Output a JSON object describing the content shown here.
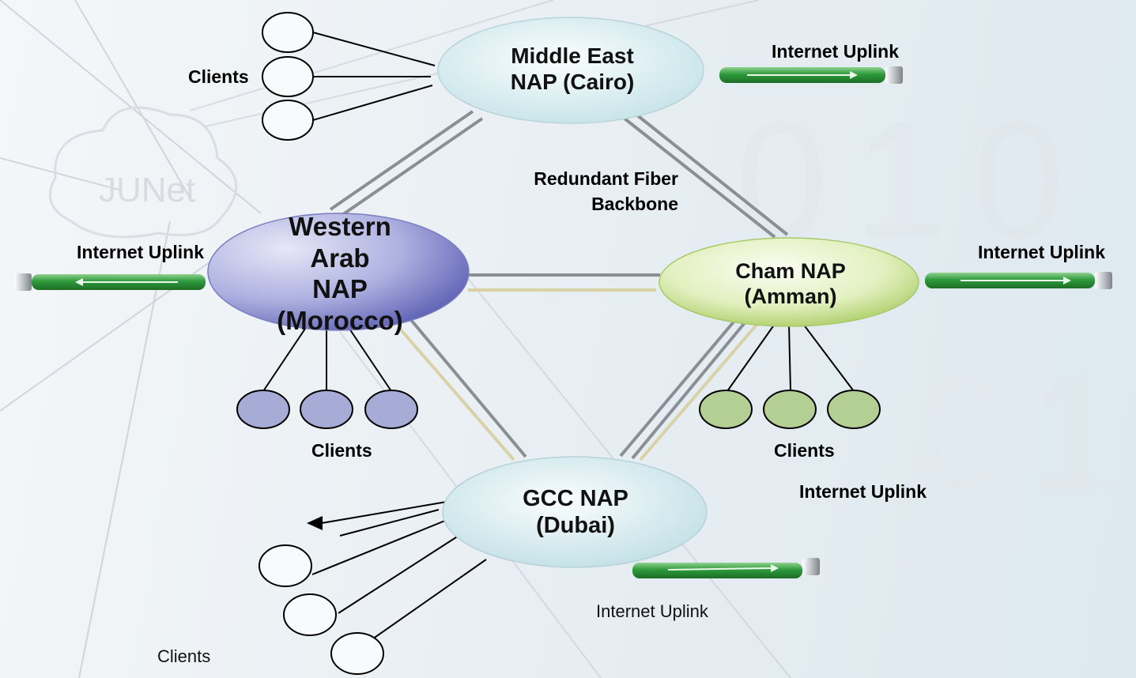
{
  "background": {
    "watermark_text": "JUNet",
    "digits": [
      "0",
      "1",
      "0",
      "0",
      "1"
    ]
  },
  "naps": {
    "cairo": {
      "line1": "Middle East",
      "line2": "NAP (Cairo)",
      "fill": "#e6f4f6"
    },
    "morocco": {
      "line1": "Western",
      "line2": "Arab",
      "line3": "NAP",
      "line4": "(Morocco)",
      "fill": "#8c8fcf"
    },
    "amman": {
      "line1": "Cham NAP",
      "line2": "(Amman)",
      "fill": "#cfe6a0"
    },
    "dubai": {
      "line1": "GCC NAP",
      "line2": "(Dubai)",
      "fill": "#e2f2f4"
    }
  },
  "labels": {
    "backbone_line1": "Redundant Fiber",
    "backbone_line2": "Backbone",
    "cairo_clients": "Clients",
    "cairo_uplink": "Internet Uplink",
    "morocco_uplink": "Internet Uplink",
    "amman_uplink": "Internet Uplink",
    "morocco_clients": "Clients",
    "amman_clients": "Clients",
    "dubai_uplink_top": "Internet Uplink",
    "dubai_uplink_bottom": "Internet Uplink",
    "dubai_clients": "Clients"
  },
  "colors": {
    "uplink_green": "#2e9a3c",
    "fiber_gray": "#8a8f96",
    "fiber_tan": "#d8d2a6",
    "client_blue": "#a7acd6",
    "client_green": "#b3cf93",
    "client_white": "#f7fbfc"
  }
}
